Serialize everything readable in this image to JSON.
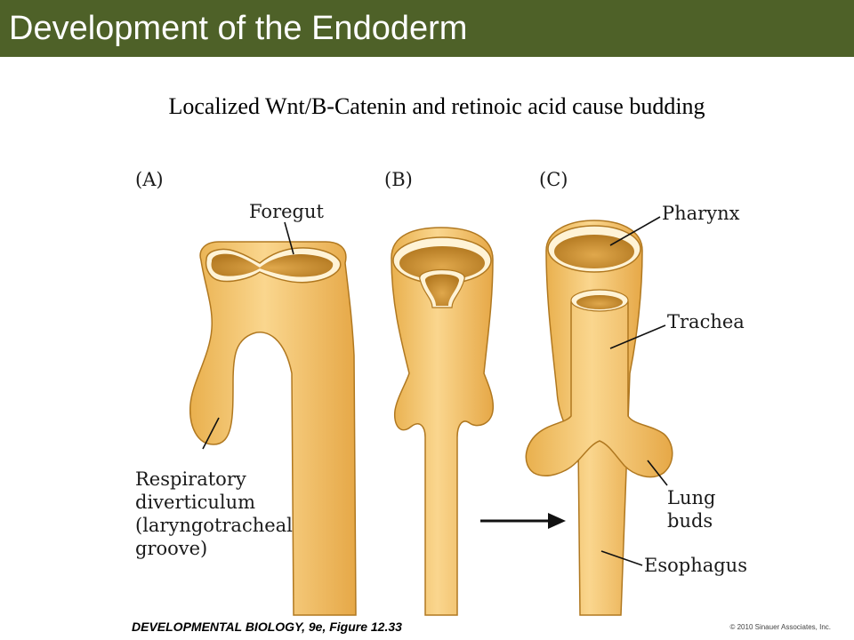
{
  "slide": {
    "title": "Development of the Endoderm",
    "subtitle": "Localized Wnt/B-Catenin and retinoic acid cause budding"
  },
  "figure": {
    "panels": [
      "(A)",
      "(B)",
      "(C)"
    ],
    "labels": {
      "foregut": "Foregut",
      "respiratory_lines": [
        "Respiratory",
        "diverticulum",
        "(laryngotracheal",
        "groove)"
      ],
      "pharynx": "Pharynx",
      "trachea": "Trachea",
      "lung_buds_lines": [
        "Lung",
        "buds"
      ],
      "esophagus": "Esophagus"
    },
    "caption": "DEVELOPMENTAL BIOLOGY, 9e, Figure 12.33",
    "copyright": "© 2010 Sinauer Associates, Inc.",
    "colors": {
      "tissue": "#f1c46e",
      "tissue_outline": "#b07820",
      "lumen": "#c98f30",
      "title_bar": "#4e6128"
    }
  }
}
